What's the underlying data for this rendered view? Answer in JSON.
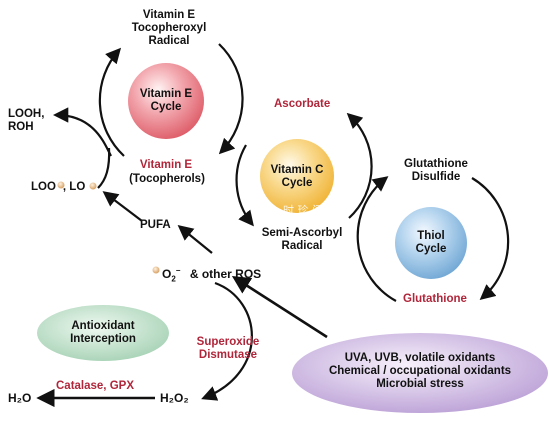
{
  "nodes": {
    "vitamin_e_radical": [
      "Vitamin E",
      "Tocopheroxyl",
      "Radical"
    ],
    "vitamin_e_cycle": [
      "Vitamin E",
      "Cycle"
    ],
    "vitamin_e": "Vitamin E",
    "tocopherols": "(Tocopherols)",
    "looh_roh": [
      "LOOH,",
      "ROH"
    ],
    "loo_lo": [
      "LOO",
      ", LO"
    ],
    "pufa": "PUFA",
    "ascorbate": "Ascorbate",
    "vitamin_c_cycle": [
      "Vitamin C",
      "Cycle"
    ],
    "semi_ascorbyl": [
      "Semi-Ascorbyl",
      "Radical"
    ],
    "glutathione_disulfide": [
      "Glutathione",
      "Disulfide"
    ],
    "thiol_cycle": [
      "Thiol",
      "Cycle"
    ],
    "glutathione": "Glutathione",
    "superoxide": "O",
    "superoxide_sup": "2",
    "superoxide_charge": "−",
    "other_ros": "& other ROS",
    "antioxidant_interception": [
      "Antioxidant",
      "Interception"
    ],
    "superoxide_dismutase": [
      "Superoxide",
      "Dismutase"
    ],
    "catalase_gpx": "Catalase, GPX",
    "h2o": "H₂O",
    "h2o2": "H₂O₂",
    "stress_sources": [
      "UVA, UVB, volatile oxidants",
      "Chemical / occupational oxidants",
      "Microbial stress"
    ]
  },
  "watermark": "时 珍 阁",
  "colors": {
    "red_label": "#b0263a",
    "vitamin_e_circle": "#e5707a",
    "vitamin_c_circle": "#f5c24a",
    "thiol_circle": "#7fb4dc",
    "interception_ellipse": "#b8dcc4",
    "stress_ellipse": "#c9b4de"
  }
}
